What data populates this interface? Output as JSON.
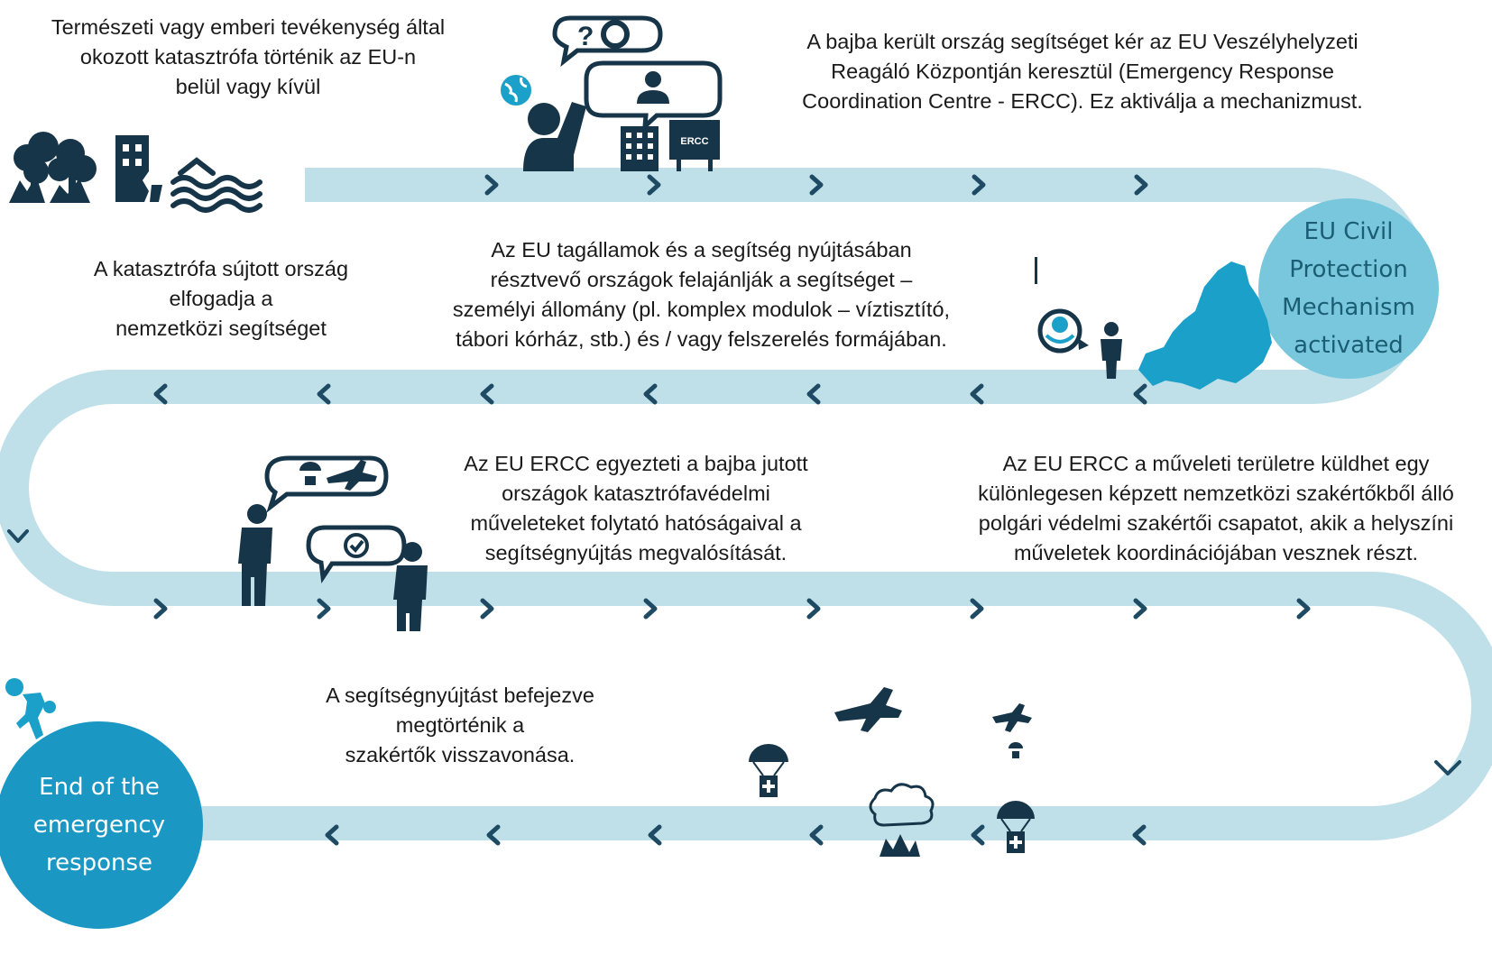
{
  "colors": {
    "path": "#bfe0e9",
    "chevron": "#1e4b63",
    "icon_dark": "#173548",
    "accent_blue": "#1aa0c9",
    "circle_light": "#79c7dc",
    "circle_dark": "#1b97c4"
  },
  "steps": {
    "step1": [
      "Természeti vagy emberi tevékenység által",
      "okozott katasztrófa történik az EU-n",
      "belül vagy kívül"
    ],
    "step2": [
      "A bajba került ország segítséget kér az EU Veszélyhelyzeti",
      "Reagáló Központján keresztül (Emergency Response",
      "Coordination Centre - ERCC). Ez aktiválja a mechanizmust."
    ],
    "step3": [
      "Az EU tagállamok és a segítség nyújtásában",
      "résztvevő országok felajánlják a segítséget –",
      "személyi állomány (pl. komplex modulok – víztisztító,",
      "tábori kórház, stb.) és / vagy felszerelés formájában."
    ],
    "step4": [
      "A katasztrófa sújtott ország",
      "elfogadja a",
      "nemzetközi segítséget"
    ],
    "step5": [
      "Az EU ERCC egyezteti a bajba jutott",
      "országok katasztrófavédelmi",
      "műveleteket folytató hatóságaival a",
      "segítségnyújtás megvalósítását."
    ],
    "step6": [
      "Az EU ERCC a műveleti területre küldhet egy",
      "különlegesen képzett nemzetközi szakértőkből álló",
      "polgári védelmi szakértői csapatot, akik a helyszíni",
      "műveletek koordinációjában vesznek részt."
    ],
    "step7": [
      "A segítségnyújtást befejezve",
      "megtörténik a",
      "szakértők visszavonása."
    ]
  },
  "circles": {
    "mechanism": [
      "EU Civil",
      "Protection",
      "Mechanism",
      "activated"
    ],
    "end": [
      "End of the",
      "emergency",
      "response"
    ]
  },
  "icons": {
    "ercc_sign": "ERCC",
    "question_mark": "?"
  },
  "flow_arrows": [
    {
      "row": 1,
      "direction": "right",
      "count": 5
    },
    {
      "row": 2,
      "direction": "left",
      "count": 7
    },
    {
      "row": 3,
      "direction": "right",
      "count": 8
    },
    {
      "row": 4,
      "direction": "left",
      "count": 6
    }
  ]
}
